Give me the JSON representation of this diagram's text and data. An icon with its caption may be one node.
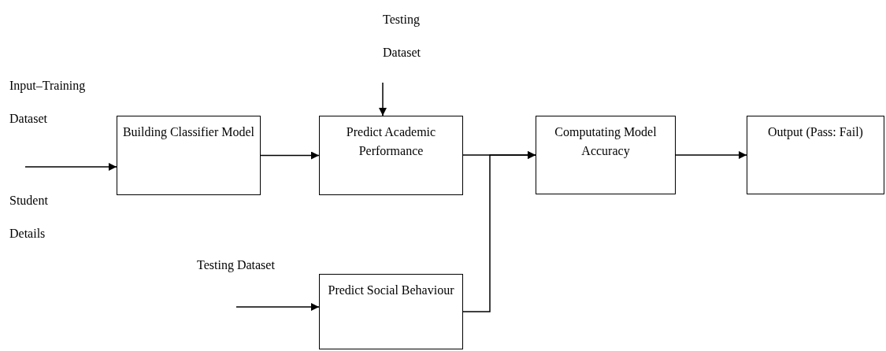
{
  "diagram": {
    "nodes": [
      {
        "text": [
          "Building Classifier Model"
        ]
      },
      {
        "text": [
          "Predict Academic Performance"
        ]
      },
      {
        "text": [
          "Computating Model Accuracy"
        ]
      },
      {
        "text": [
          "Output (Pass: Fail)"
        ]
      },
      {
        "text": [
          "Predict Social Behaviour"
        ]
      }
    ],
    "edges": [
      {
        "from": null,
        "to": 0,
        "arrow": "to"
      },
      {
        "from": 0,
        "to": 1,
        "arrow": "to"
      },
      {
        "from": null,
        "to": 1,
        "arrow": "to"
      },
      {
        "from": 1,
        "to": 2,
        "arrow": "to"
      },
      {
        "from": 4,
        "to": 2,
        "arrow": "to"
      },
      {
        "from": 2,
        "to": 3,
        "arrow": "to"
      },
      {
        "from": null,
        "to": 4,
        "arrow": "to"
      }
    ],
    "labels": [
      "Testing Dataset",
      "Input–Training Dataset",
      "Student Details",
      "Testing Dataset"
    ]
  }
}
